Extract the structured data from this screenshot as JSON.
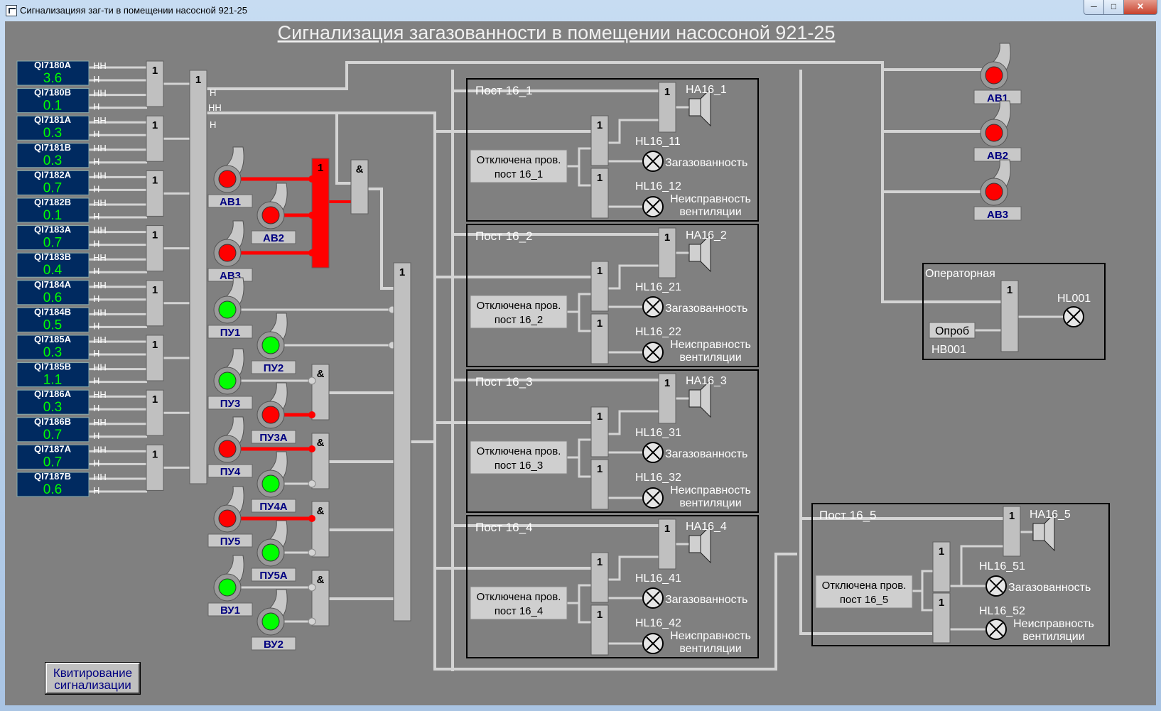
{
  "window": {
    "title": "Сигнализацияя заг-ти в помещении насосной 921-25",
    "minimize": "─",
    "maximize": "□",
    "close": "✕"
  },
  "page_title": "Сигнализация загазованности в помещении насосоной 921-25",
  "sensors": [
    {
      "tag": "QI7180A",
      "value": "3.6"
    },
    {
      "tag": "QI7180B",
      "value": "0.1"
    },
    {
      "tag": "QI7181A",
      "value": "0.3"
    },
    {
      "tag": "QI7181B",
      "value": "0.3"
    },
    {
      "tag": "QI7182A",
      "value": "0.7"
    },
    {
      "tag": "QI7182B",
      "value": "0.1"
    },
    {
      "tag": "QI7183A",
      "value": "0.7"
    },
    {
      "tag": "QI7183B",
      "value": "0.4"
    },
    {
      "tag": "QI7184A",
      "value": "0.6"
    },
    {
      "tag": "QI7184B",
      "value": "0.5"
    },
    {
      "tag": "QI7185A",
      "value": "0.3"
    },
    {
      "tag": "QI7185B",
      "value": "1.1"
    },
    {
      "tag": "QI7186A",
      "value": "0.3"
    },
    {
      "tag": "QI7186B",
      "value": "0.7"
    },
    {
      "tag": "QI7187A",
      "value": "0.7"
    },
    {
      "tag": "QI7187B",
      "value": "0.6"
    }
  ],
  "sensor_hh": "НН",
  "sensor_h": "Н",
  "gate_or": "1",
  "gate_and": "&",
  "bus_labels": {
    "h1": "Н",
    "hh": "НН",
    "h2": "Н"
  },
  "fans": [
    {
      "name": "АВ1",
      "status": "alarm"
    },
    {
      "name": "АВ2",
      "status": "alarm"
    },
    {
      "name": "АВ3",
      "status": "alarm"
    },
    {
      "name": "ПУ1",
      "status": "ok"
    },
    {
      "name": "ПУ2",
      "status": "ok"
    },
    {
      "name": "ПУ3",
      "status": "ok"
    },
    {
      "name": "ПУ3А",
      "status": "alarm"
    },
    {
      "name": "ПУ4",
      "status": "alarm"
    },
    {
      "name": "ПУ4А",
      "status": "ok"
    },
    {
      "name": "ПУ5",
      "status": "alarm"
    },
    {
      "name": "ПУ5А",
      "status": "ok"
    },
    {
      "name": "ВУ1",
      "status": "ok"
    },
    {
      "name": "ВУ2",
      "status": "ok"
    }
  ],
  "right_fans": [
    {
      "name": "АВ1",
      "status": "alarm"
    },
    {
      "name": "АВ2",
      "status": "alarm"
    },
    {
      "name": "АВ3",
      "status": "alarm"
    }
  ],
  "posts": [
    {
      "title": "Пост  16_1",
      "disabled": [
        "Отключена пров.",
        "пост  16_1"
      ],
      "horn": "НА16_1",
      "lamp1": "HL16_11",
      "lamp1_text": "Загазованность",
      "lamp2": "HL16_12",
      "lamp2_text": [
        "Неисправность",
        "вентиляции"
      ]
    },
    {
      "title": "Пост  16_2",
      "disabled": [
        "Отключена пров.",
        "пост  16_2"
      ],
      "horn": "НА16_2",
      "lamp1": "HL16_21",
      "lamp1_text": "Загазованность",
      "lamp2": "HL16_22",
      "lamp2_text": [
        "Неисправность",
        "вентиляции"
      ]
    },
    {
      "title": "Пост  16_3",
      "disabled": [
        "Отключена пров.",
        "пост  16_3"
      ],
      "horn": "НА16_3",
      "lamp1": "HL16_31",
      "lamp1_text": "Загазованность",
      "lamp2": "HL16_32",
      "lamp2_text": [
        "Неисправность",
        "вентиляции"
      ]
    },
    {
      "title": "Пост  16_4",
      "disabled": [
        "Отключена пров.",
        "пост  16_4"
      ],
      "horn": "НА16_4",
      "lamp1": "HL16_41",
      "lamp1_text": "Загазованность",
      "lamp2": "HL16_42",
      "lamp2_text": [
        "Неисправность",
        "вентиляции"
      ]
    },
    {
      "title": "Пост  16_5",
      "disabled": [
        "Отключена пров.",
        "пост  16_5"
      ],
      "horn": "НА16_5",
      "lamp1": "HL16_51",
      "lamp1_text": "Загазованность",
      "lamp2": "HL16_52",
      "lamp2_text": [
        "Неисправность",
        "вентиляции"
      ]
    }
  ],
  "operator": {
    "title": "Операторная",
    "lamp": "HL001",
    "button": "Опроб",
    "button_tag": "HB001"
  },
  "ack_button": [
    "Квитирование",
    "сигнализации"
  ],
  "colors": {
    "background": "#808080",
    "block": "#c0c0c0",
    "alarm": "#ff0000",
    "ok": "#00ff00",
    "value": "#00ff00",
    "tag_bg": "#002a60",
    "label_text": "#000080"
  }
}
